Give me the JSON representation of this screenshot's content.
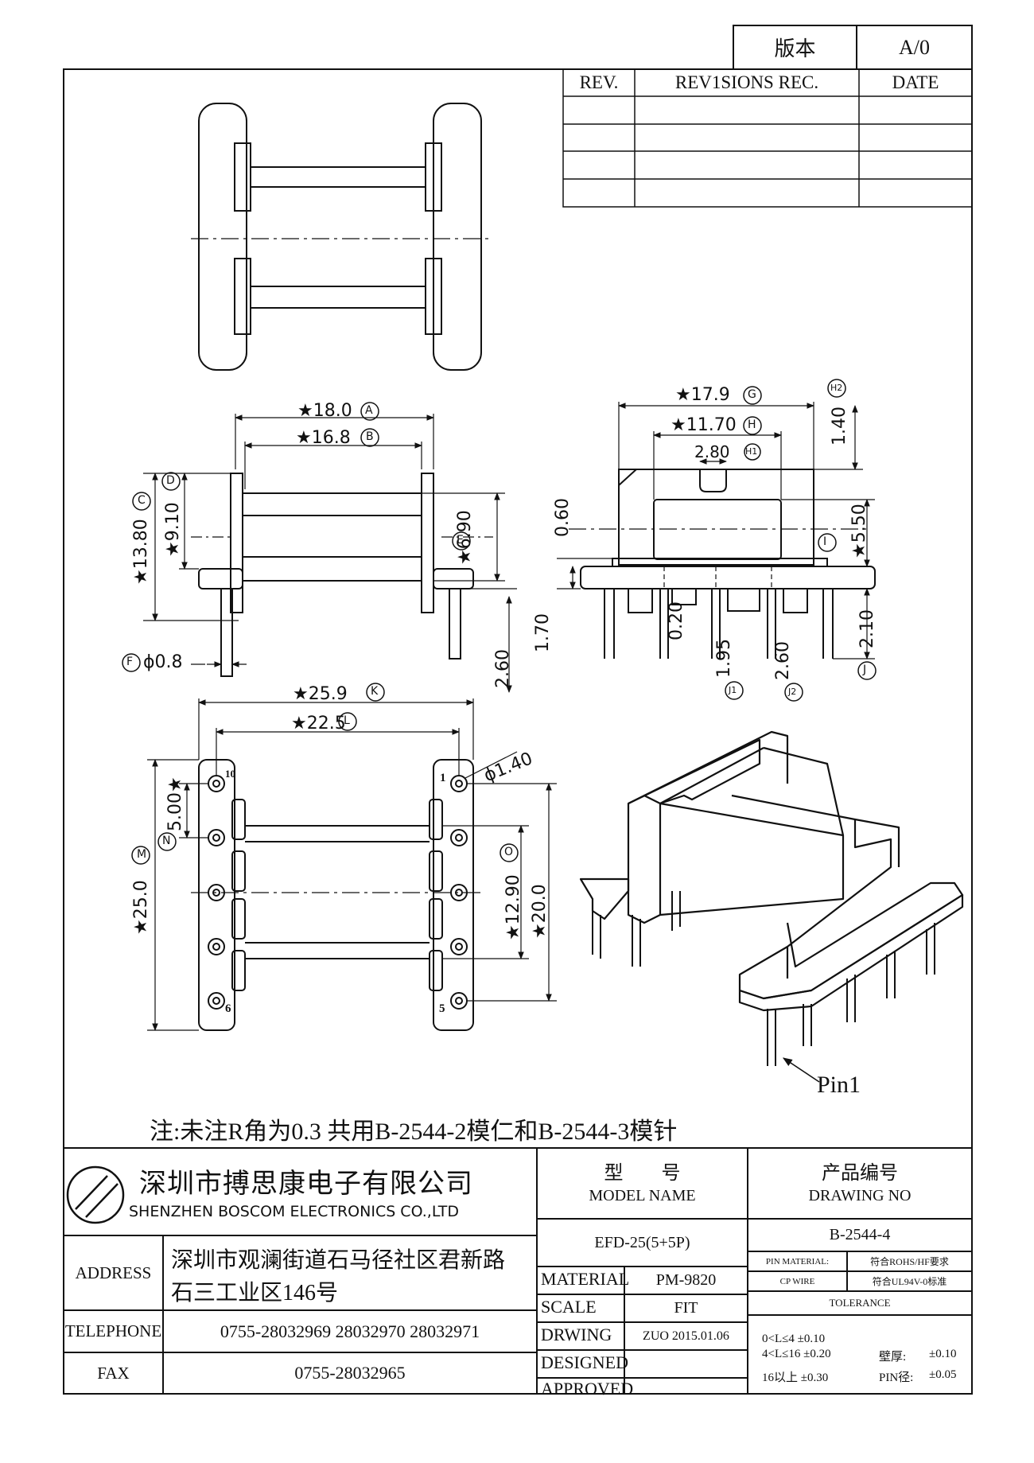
{
  "revision_box": {
    "label": "版本",
    "value": "A/0"
  },
  "revisions_table": {
    "headers": [
      "REV.",
      "REV1SIONS REC.",
      "DATE"
    ]
  },
  "dimensions": {
    "d_18_0": "★18.0",
    "A": "A",
    "d_16_8": "★16.8",
    "B": "B",
    "C": "C",
    "d_13_80": "★13.80",
    "D": "D",
    "d_9_10": "★9.10",
    "d_6_90": "★6.90",
    "E": "E",
    "F": "F",
    "d_phi08": "ϕ0.8",
    "d_2_60a": "2.60",
    "d_17_9": "★17.9",
    "G": "G",
    "d_11_70": "★11.70",
    "H": "H",
    "d_2_80": "2.80",
    "H1": "H1",
    "H2": "H2",
    "d_1_40": "1.40",
    "d_0_60": "0.60",
    "d_5_50": "★5.50",
    "I": "I",
    "d_1_70": "1.70",
    "d_0_20": "0.20",
    "d_1_95": "1.95",
    "J1": "J1",
    "d_2_60b": "2.60",
    "J2": "J2",
    "d_2_10": "2.10",
    "J": "J",
    "d_25_9": "★25.9",
    "K": "K",
    "d_22_5": "★22.5",
    "L": "L",
    "d_phi140": "ϕ1.40",
    "d_5_00": "5.00★",
    "N": "N",
    "M": "M",
    "d_25_0": "★25.0",
    "O": "O",
    "d_12_90": "★12.90",
    "d_20_0": "★20.0",
    "pin_labels": {
      "p1": "1",
      "p5": "5",
      "p6": "6",
      "p10": "10"
    },
    "pin1": "Pin1"
  },
  "note": "注:未注R角为0.3 共用B-2544-2模仁和B-2544-3模针",
  "title_block": {
    "company_cn": "深圳市搏思康电子有限公司",
    "company_en": "SHENZHEN BOSCOM ELECTRONICS CO.,LTD",
    "address_label": "ADDRESS",
    "address_line1": "深圳市观澜街道石马径社区君新路",
    "address_line2": "石三工业区146号",
    "telephone_label": "TELEPHONE",
    "telephone": "0755-28032969 28032970 28032971",
    "fax_label": "FAX",
    "fax": "0755-28032965",
    "model_name_cn": "型　　号",
    "model_name_en": "MODEL NAME",
    "model_value": "EFD-25(5+5P)",
    "drawing_no_cn": "产品编号",
    "drawing_no_en": "DRAWING NO",
    "drawing_no_value": "B-2544-4",
    "material_label": "MATERIAL",
    "material_value": "PM-9820",
    "scale_label": "SCALE",
    "scale_value": "FIT",
    "drwing_label": "DRWING",
    "drwing_value": "ZUO 2015.01.06",
    "designed_label": "DESIGNED",
    "approved_label": "APPROVED",
    "pin_material_label": "PIN MATERIAL:",
    "pin_material_value": "符合ROHS/HF要求",
    "cp_wire_label": "CP WIRE",
    "cp_wire_value": "符合UL94V-0标准",
    "tolerance_label": "TOLERANCE",
    "tol_1": "0<L≤4  ±0.10",
    "tol_2": "4<L≤16 ±0.20",
    "tol_3": "16以上     ±0.30",
    "wall_label": "壁厚:",
    "wall_value": "±0.10",
    "pin_dia_label": "PIN径:",
    "pin_dia_value": "±0.05"
  }
}
